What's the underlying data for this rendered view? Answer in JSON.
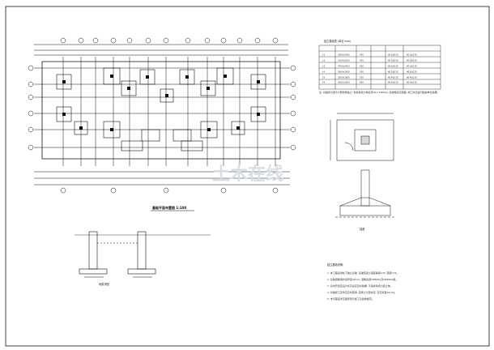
{
  "titles": {
    "plan_title": "基础平面布置图 1:100",
    "wall_section_title": "地梁详图",
    "footing_section_title": "独基",
    "table_title": "独立基础表 (单位:mm)",
    "notes_title": "独立基础说明:"
  },
  "table": {
    "rows": [
      [
        "J-1",
        "2000x2000",
        "450",
        "Φ12@150",
        "Φ12@150"
      ],
      [
        "J-2",
        "2200x2200",
        "450",
        "Φ12@150",
        "Φ12@150"
      ],
      [
        "J-3",
        "2400x2400",
        "500",
        "Φ12@130",
        "Φ12@130"
      ],
      [
        "J-4",
        "2600x2600",
        "500",
        "Φ12@120",
        "Φ12@120"
      ],
      [
        "J-5",
        "2800x2800",
        "550",
        "Φ14@150",
        "Φ14@150"
      ],
      [
        "J-6",
        "3000x3000",
        "600",
        "Φ14@130",
        "Φ14@130"
      ]
    ]
  },
  "note_under_table": "注: 基础持力层为②层粉质粘土, 地基承载力特征值fak=180kPa, 基础埋深见剖面, 施工时应会同勘察单位验槽。",
  "notes": [
    "1. 本工程采用柱下独立基础, 基础混凝土强度等级C30, 垫层C15。",
    "2. 基础钢筋保护层厚度40mm, 钢筋采用HPB300及HRB400级。",
    "3. 基坑开挖至设计标高后应及时验槽, 不得扰动持力层土体。",
    "4. 基础施工完毕应及时回填, 回填土分层夯实, 压实系数≥0.94。",
    "5. 未尽事宜详见国家现行施工及验收规范。"
  ],
  "watermark": "土木在线",
  "colors": {
    "line": "#111111",
    "fill": "#d8d8d8"
  }
}
